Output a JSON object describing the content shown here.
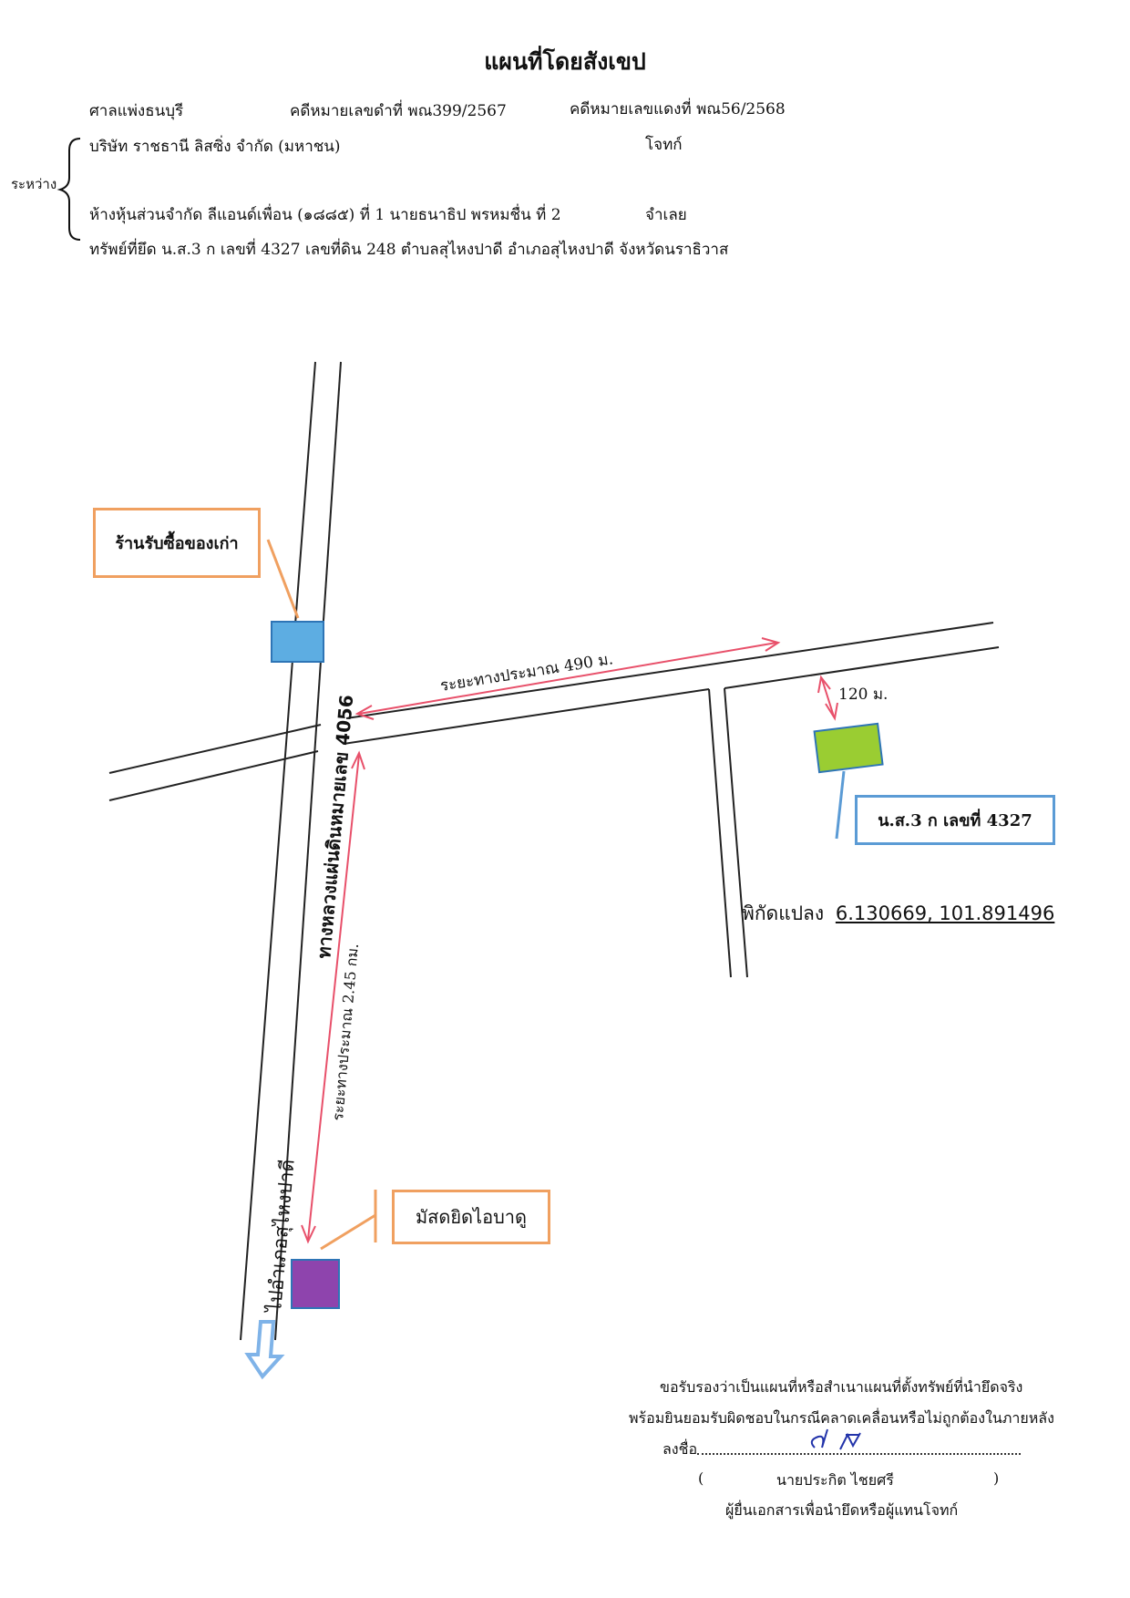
{
  "title": "แผนที่โดยสังเขป",
  "header": {
    "court": "ศาลแพ่งธนบุรี",
    "black_case": "คดีหมายเลขดำที่ พณ399/2567",
    "red_case": "คดีหมายเลขแดงที่ พณ56/2568",
    "between_label": "ระหว่าง",
    "plaintiff": "บริษัท ราชธานี ลิสซิ่ง จำกัด (มหาชน)",
    "plaintiff_role": "โจทก์",
    "defendant": "ห้างหุ้นส่วนจำกัด ลีแอนด์เพื่อน (๑๘๘๕) ที่ 1 นายธนาธิป พรหมชื่น ที่ 2",
    "defendant_role": "จำเลย",
    "property": "ทรัพย์ที่ยึด น.ส.3 ก เลขที่ 4327 เลขที่ดิน 248 ตำบลสุไหงปาดี อำเภอสุไหงปาดี จังหวัดนราธิวาส"
  },
  "map": {
    "landmark_shop": "ร้านรับซื้อของเก่า",
    "landmark_mosque": "มัสดยิดไอบาดู",
    "parcel_label": "น.ส.3 ก เลขที่ 4327",
    "highway_label": "ทางหลวงแผ่นดินหมายเลข 4056",
    "distance_490": "ระยะทางประมาณ 490 ม.",
    "distance_120": "120 ม.",
    "distance_245": "ระยะทางประมาณ 2.45 กม.",
    "direction_label": "ไปอำเภอสุไหงปาดี",
    "coords_label": "พิกัดแปลง",
    "coords_value": "6.130669, 101.891496",
    "colors": {
      "road": "#222222",
      "arrow_red": "#e8506a",
      "box_orange": "#f0a060",
      "box_blue": "#5b9bd5",
      "shop_fill": "#5dade2",
      "parcel_fill": "#9acd32",
      "mosque_fill": "#8e44ad",
      "direction_arrow": "#7fb3e8"
    }
  },
  "certification": {
    "line1": "ขอรับรองว่าเป็นแผนที่หรือสำเนาแผนที่ตั้งทรัพย์ที่นำยึดจริง",
    "line2": "พร้อมยินยอมรับผิดชอบในกรณีคลาดเคลื่อนหรือไม่ถูกต้องในภายหลัง",
    "sign_label": "ลงชื่อ",
    "name": "นายประกิต ไชยศรี",
    "role": "ผู้ยื่นเอกสารเพื่อนำยึดหรือผู้แทนโจทก์"
  }
}
